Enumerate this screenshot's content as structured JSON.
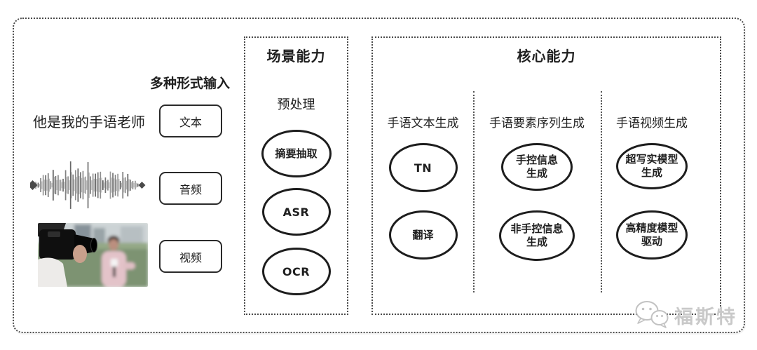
{
  "page": {
    "background": "#ffffff",
    "ink_color": "#1f1f1f",
    "dash_color": "#4a4a4a",
    "watermark_color": "#c9c9c9"
  },
  "input": {
    "heading": "多种形式输入",
    "sentence": "他是我的手语老师",
    "items": [
      {
        "label": "文本"
      },
      {
        "label": "音频"
      },
      {
        "label": "视频"
      }
    ],
    "icons": {
      "audio": "audio-waveform-icon",
      "video": "reporter-interview-photo"
    }
  },
  "scene": {
    "title": "场景能力",
    "subtitle": "预处理",
    "nodes": [
      "摘要抽取",
      "ASR",
      "OCR"
    ]
  },
  "core": {
    "title": "核心能力",
    "columns": [
      {
        "header": "手语文本生成",
        "nodes": [
          "TN",
          "翻译"
        ]
      },
      {
        "header": "手语要素序列生成",
        "nodes": [
          "手控信息\n生成",
          "非手控信息\n生成"
        ]
      },
      {
        "header": "手语视频生成",
        "nodes": [
          "超写实模型\n生成",
          "高精度模型\n驱动"
        ]
      }
    ]
  },
  "watermark": {
    "icon": "wechat-icon",
    "text": "福斯特"
  }
}
